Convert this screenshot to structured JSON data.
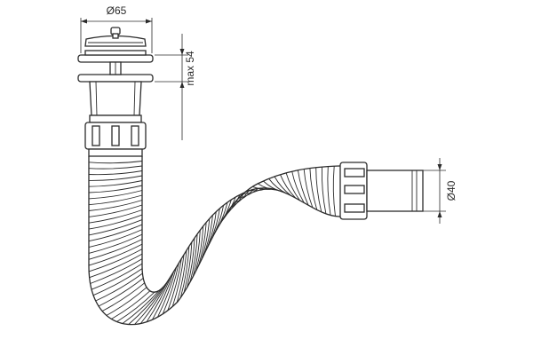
{
  "dimensions": {
    "strainer_diameter": "Ø65",
    "max_height": "max 54",
    "outlet_diameter": "Ø40"
  },
  "colors": {
    "ink": "#2b2b2b",
    "background": "#ffffff"
  },
  "parts": [
    "strainer-plug",
    "upper-flange",
    "drain-body",
    "top-union-nut",
    "corrugated-hose",
    "outlet-union-nut",
    "outlet-pipe"
  ]
}
